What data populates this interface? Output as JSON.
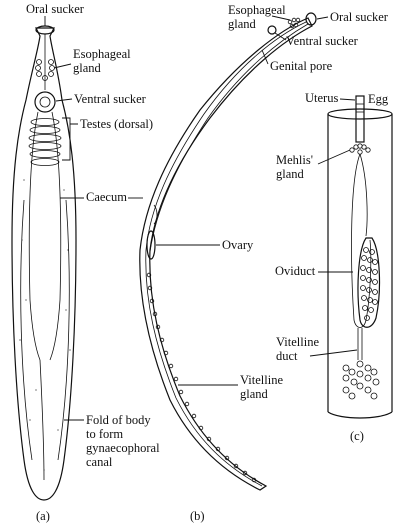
{
  "labels": {
    "a": {
      "oral_sucker": "Oral sucker",
      "esophageal_gland_1": "Esophageal",
      "esophageal_gland_2": "gland",
      "ventral_sucker": "Ventral sucker",
      "testes": "Testes (dorsal)",
      "caecum": "Caecum",
      "fold_1": "Fold of body",
      "fold_2": "to form",
      "fold_3": "gynaecophoral",
      "fold_4": "canal",
      "panel": "(a)"
    },
    "b": {
      "esophageal_gland_1": "Esophageal",
      "esophageal_gland_2": "gland",
      "oral_sucker": "Oral sucker",
      "ventral_sucker": "Ventral sucker",
      "genital_pore": "Genital pore",
      "ovary": "Ovary",
      "vitelline_gland_1": "Vitelline",
      "vitelline_gland_2": "gland",
      "panel": "(b)"
    },
    "c": {
      "uterus": "Uterus",
      "egg": "Egg",
      "mehlis_1": "Mehlis'",
      "mehlis_2": "gland",
      "oviduct": "Oviduct",
      "vitelline_duct_1": "Vitelline",
      "vitelline_duct_2": "duct",
      "panel": "(c)"
    }
  }
}
